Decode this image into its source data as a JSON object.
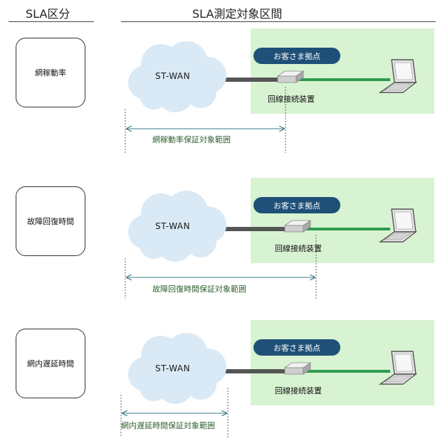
{
  "headers": {
    "category": "SLA区分",
    "scope": "SLA測定対象区間"
  },
  "rows": [
    {
      "category": "網稼動率",
      "customer_site": "お客さま拠点",
      "network": "ST-WAN",
      "device": "回線接続装置",
      "scope_label": "網稼動率保証対象範囲"
    },
    {
      "category": "故障回復時間",
      "customer_site": "お客さま拠点",
      "network": "ST-WAN",
      "device": "回線接続装置",
      "scope_label": "故障回復時間保証対象範囲"
    },
    {
      "category": "網内遅延時間",
      "customer_site": "お客さま拠点",
      "network": "ST-WAN",
      "device": "回線接続装置",
      "scope_label": "網内遅延時間保証対象範囲"
    }
  ],
  "colors": {
    "site_area": "#d8f3d2",
    "pill": "#1e5078",
    "cloud": "#d9e9f5",
    "green_line": "#2e9b4e",
    "gray_line": "#555555",
    "range_line": "#3a7a8c"
  }
}
